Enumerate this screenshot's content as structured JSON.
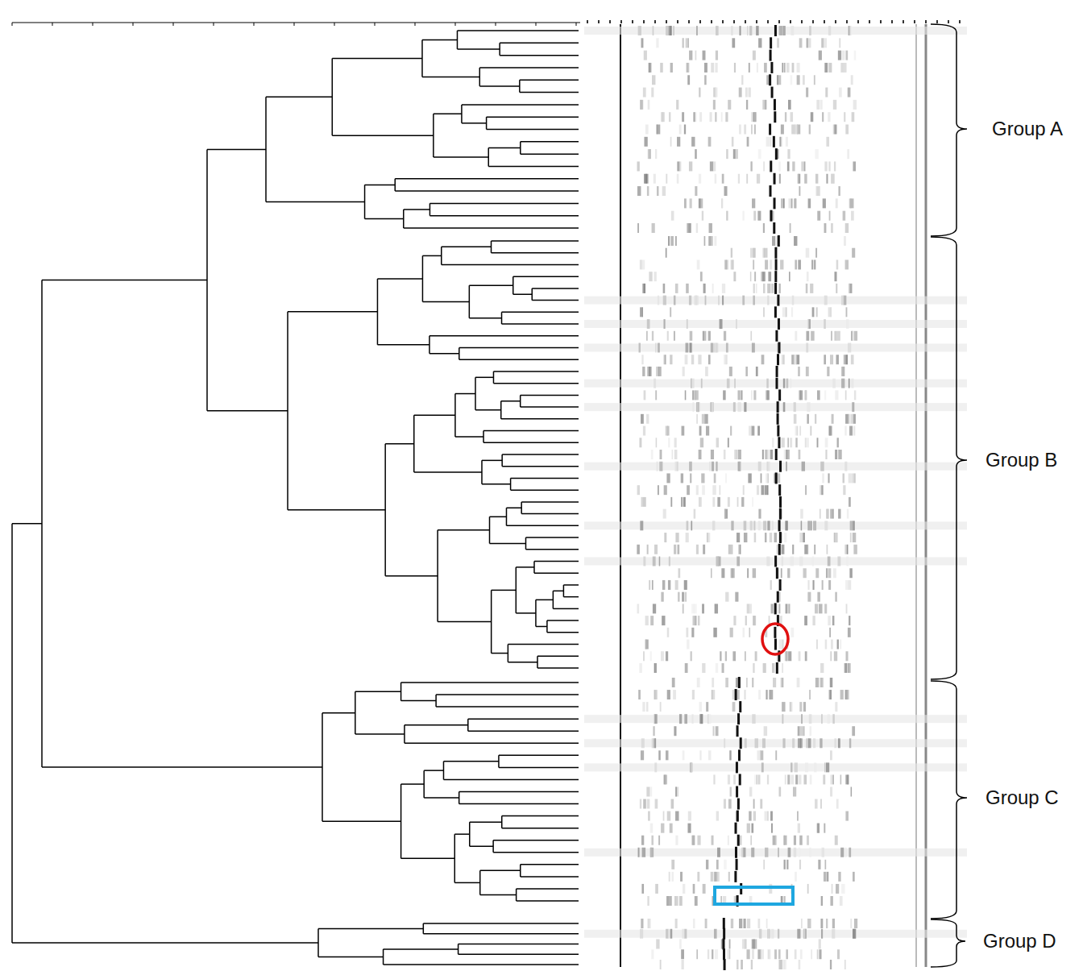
{
  "diagram": {
    "labels": [
      "Group A",
      "Group B",
      "Group C",
      "Group D"
    ]
  }
}
